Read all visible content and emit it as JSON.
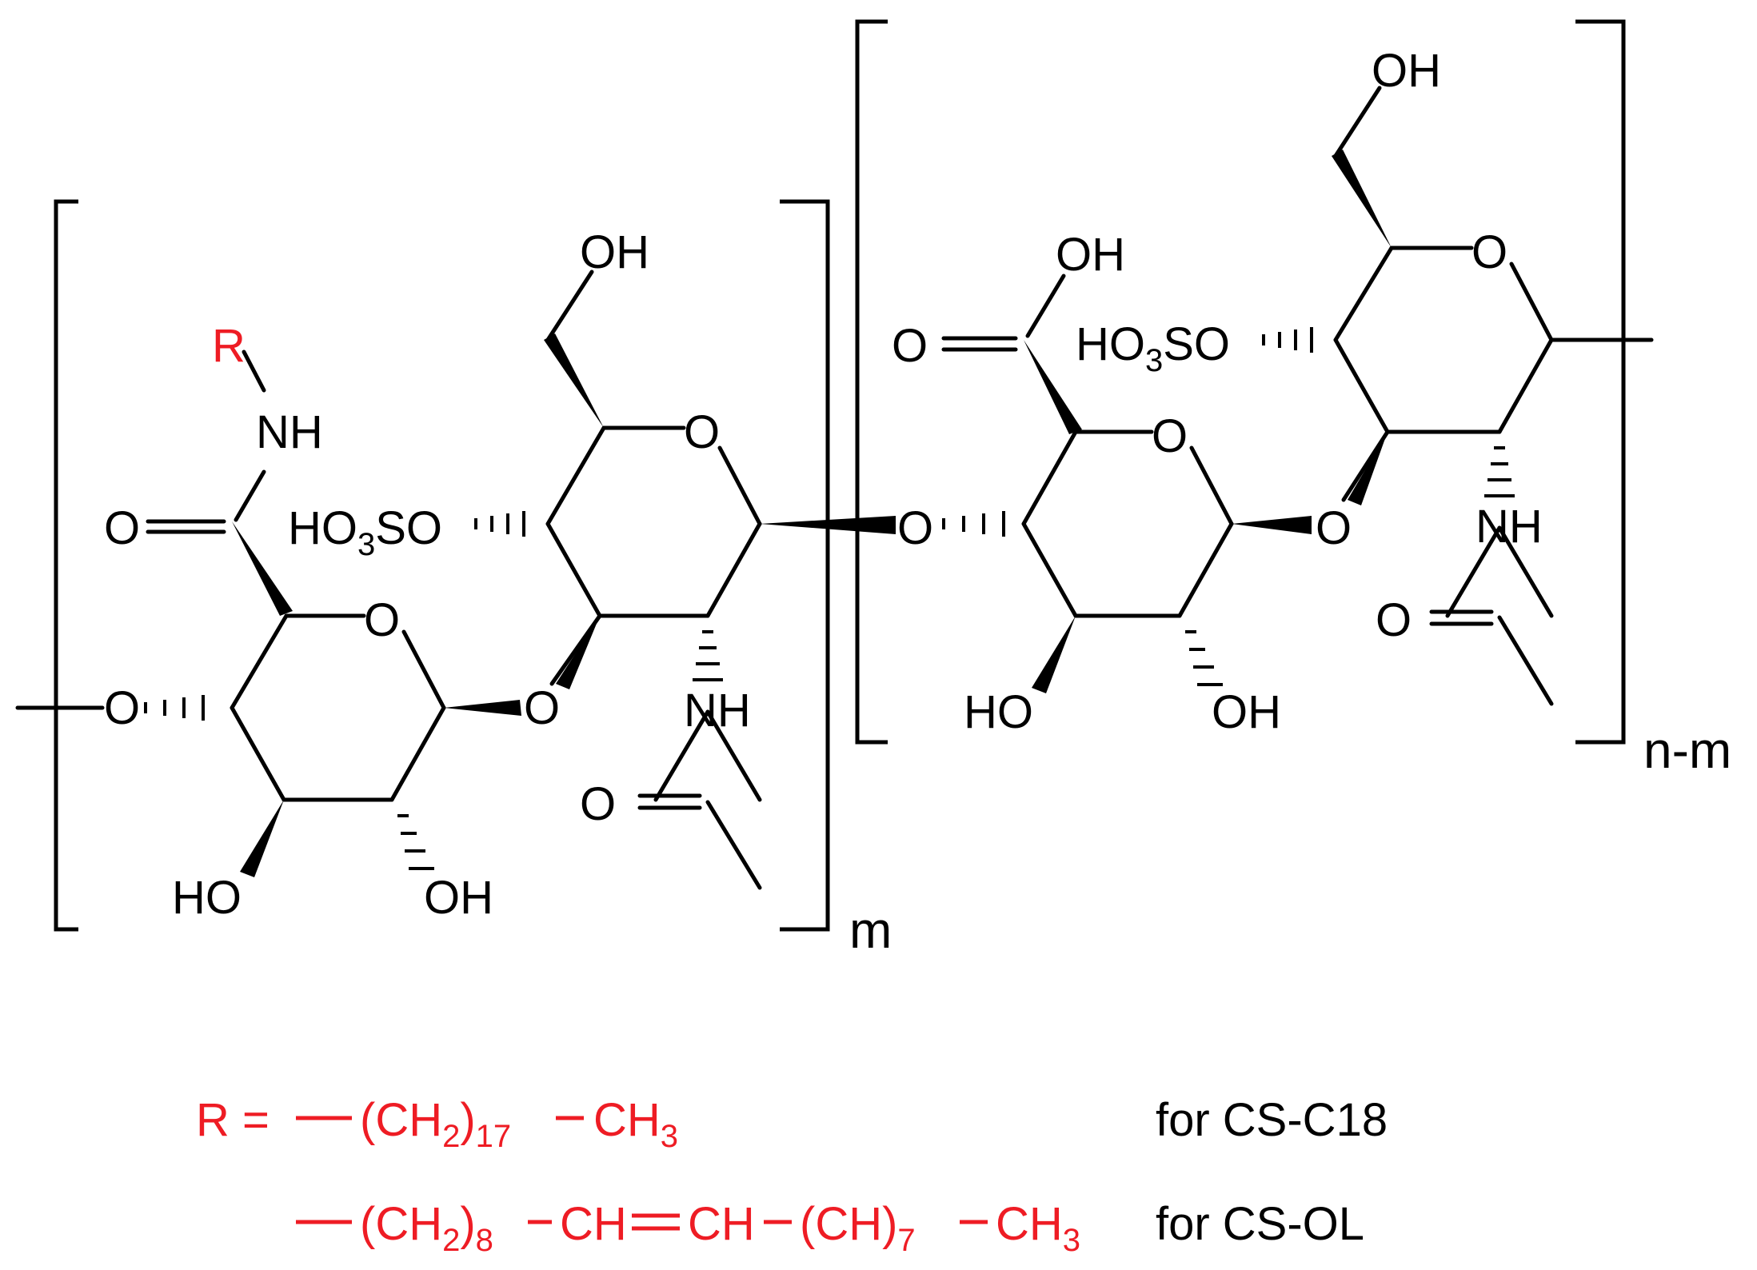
{
  "colors": {
    "structure": "#000000",
    "substituent": "#ee1c24"
  },
  "unit_a": {
    "r_label": "R",
    "nh_amide": "NH",
    "o_carbonyl": "O",
    "o_ring1": "O",
    "o_link_left": "O",
    "ho_left": "HO",
    "oh_left": "OH",
    "o_glyco_1": "O",
    "oh_ch2": "OH",
    "o_ring2": "O",
    "ho3so_prefix": "HO",
    "ho3so_sub": "3",
    "ho3so_suffix": "SO",
    "nh_acetyl": "NH",
    "o_acetyl": "O",
    "repeat_label": "m"
  },
  "unit_b": {
    "o_link": "O",
    "oh_acid": "OH",
    "o_acid": "O",
    "o_ring3": "O",
    "ho_b": "HO",
    "oh_b": "OH",
    "o_glyco_2": "O",
    "oh_ch2": "OH",
    "o_ring4": "O",
    "ho3so_prefix": "HO",
    "ho3so_sub": "3",
    "ho3so_suffix": "SO",
    "nh_acetyl": "NH",
    "o_acetyl": "O",
    "repeat_label": "n-m"
  },
  "legend": {
    "row1": {
      "r_eq": "R =",
      "part1": "(CH",
      "sub1": "2",
      "part2": ")",
      "sub2": "17",
      "part3": "CH",
      "sub3": "3",
      "note": "for CS-C18"
    },
    "row2": {
      "part1": "(CH",
      "sub1": "2",
      "part2": ")",
      "sub2": "8",
      "part3": "CH",
      "part4": "CH",
      "part5": "(CH)",
      "sub3": "7",
      "part6": "CH",
      "sub4": "3",
      "note": "for CS-OL"
    }
  }
}
